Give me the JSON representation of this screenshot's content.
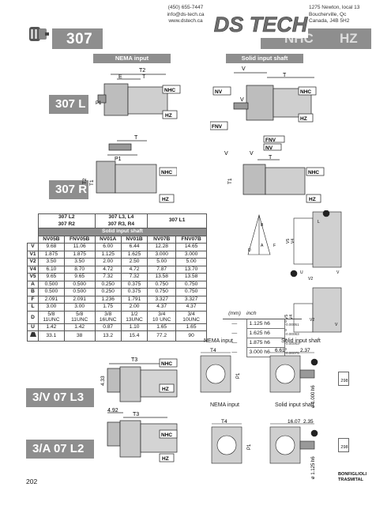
{
  "header": {
    "model": "307",
    "contact_left": [
      "(450) 655-7447",
      "info@ds-tech.ca",
      "www.dstech.ca"
    ],
    "logo_text": "DS TECH",
    "contact_right": [
      "1275 Newton, local 13",
      "Boucherville, Qc",
      "Canada, J4B 5H2"
    ],
    "bar_right_left": "NHC",
    "bar_right_right": "HZ"
  },
  "tags": {
    "nema_input": "NEMA input",
    "solid_input_shaft": "Solid input shaft"
  },
  "views": {
    "307L": "307 L",
    "307R": "307 R",
    "3V07L3": "3/V 07 L3",
    "3A07L2": "3/A 07 L2"
  },
  "drawing_labels": {
    "T2": "T2",
    "T": "T",
    "E": "E",
    "P1": "P1",
    "T1": "T1",
    "T3": "T3",
    "T4": "T4",
    "V": "V",
    "NHC": "NHC",
    "HZ": "HZ",
    "NV": "NV",
    "FNV": "FNV",
    "dim_433": "4.33",
    "dim_492": "4.92",
    "dim_661": "6.61",
    "dim_237": "2.37",
    "dim_1607": "16.07",
    "dim_235": "2.35",
    "dia_1000": "ø 1.000 h6",
    "dia_1125": "ø 1.125 h6",
    "code_298": "298",
    "nema_input_small": "NEMA input",
    "solid_input_shaft_small": "Solid input shaft",
    "V1": "V1",
    "V2": "V2",
    "V3": "V3",
    "V4": "V4",
    "V5": "V5",
    "A": "A",
    "B": "B",
    "D": "D",
    "F": "F",
    "L": "L",
    "U": "U"
  },
  "dim_table": {
    "group_headers": [
      "307 L2\n307 R2",
      "307 L3, L4\n307 R3, R4",
      "307 L1"
    ],
    "subheader": "Solid input shaft",
    "columns": [
      "NV05B",
      "FNV05B",
      "NV01A",
      "NV01B",
      "NV07B",
      "FNV07B"
    ],
    "rows": [
      {
        "label": "V",
        "values": [
          "9.68",
          "11.06",
          "6.00",
          "6.44",
          "12.28",
          "14.65"
        ]
      },
      {
        "label": "V1",
        "values": [
          "1.875",
          "1.875",
          "1.125",
          "1.625",
          "3.000",
          "3.000"
        ]
      },
      {
        "label": "V2",
        "values": [
          "3.50",
          "3.50",
          "2.00",
          "2.50",
          "5.00",
          "5.00"
        ]
      },
      {
        "label": "V4",
        "values": [
          "6.10",
          "8.70",
          "4.72",
          "4.72",
          "7.87",
          "13.70"
        ]
      },
      {
        "label": "V5",
        "values": [
          "9.65",
          "9.65",
          "7.32",
          "7.32",
          "13.58",
          "13.58"
        ]
      },
      {
        "label": "A",
        "values": [
          "0.500",
          "0.500",
          "0.250",
          "0.375",
          "0.750",
          "0.750"
        ]
      },
      {
        "label": "B",
        "values": [
          "0.500",
          "0.500",
          "0.250",
          "0.375",
          "0.750",
          "0.750"
        ]
      },
      {
        "label": "F",
        "values": [
          "2.091",
          "2.091",
          "1.236",
          "1.791",
          "3.327",
          "3.327"
        ]
      },
      {
        "label": "L",
        "values": [
          "3.00",
          "3.00",
          "1.75",
          "2.00",
          "4.37",
          "4.37"
        ]
      },
      {
        "label": "D",
        "values": [
          "5/8\n11UNC",
          "5/8\n11UNC",
          "3/8\n16UNC",
          "1/2\n13UNC",
          "3/4\n10 UNC",
          "3/4\n10UNC"
        ]
      },
      {
        "label": "U",
        "values": [
          "1.42",
          "1.42",
          "0.87",
          "1.10",
          "1.65",
          "1.65"
        ]
      },
      {
        "label": "weight",
        "values": [
          "33.1",
          "38",
          "13.2",
          "15.4",
          "77.2",
          "90"
        ]
      }
    ]
  },
  "shaft_table": {
    "header": [
      "(mm)",
      "inch"
    ],
    "rows": [
      {
        "code": "—",
        "value": "1.125 h6",
        "tol": [
          "0",
          "-0.00051"
        ]
      },
      {
        "code": "—",
        "value": "1.625 h6",
        "tol": [
          "0",
          "-0.00063"
        ]
      },
      {
        "code": "—",
        "value": "1.875 h6",
        "tol": [
          "0",
          "-0.00063"
        ]
      },
      {
        "code": "—",
        "value": "3.000 h6",
        "tol": [
          "0",
          "-0.00075"
        ]
      }
    ]
  },
  "footer": {
    "page": "202",
    "brand": [
      "BONFIGLIOLI",
      "TRASMITAL"
    ]
  }
}
